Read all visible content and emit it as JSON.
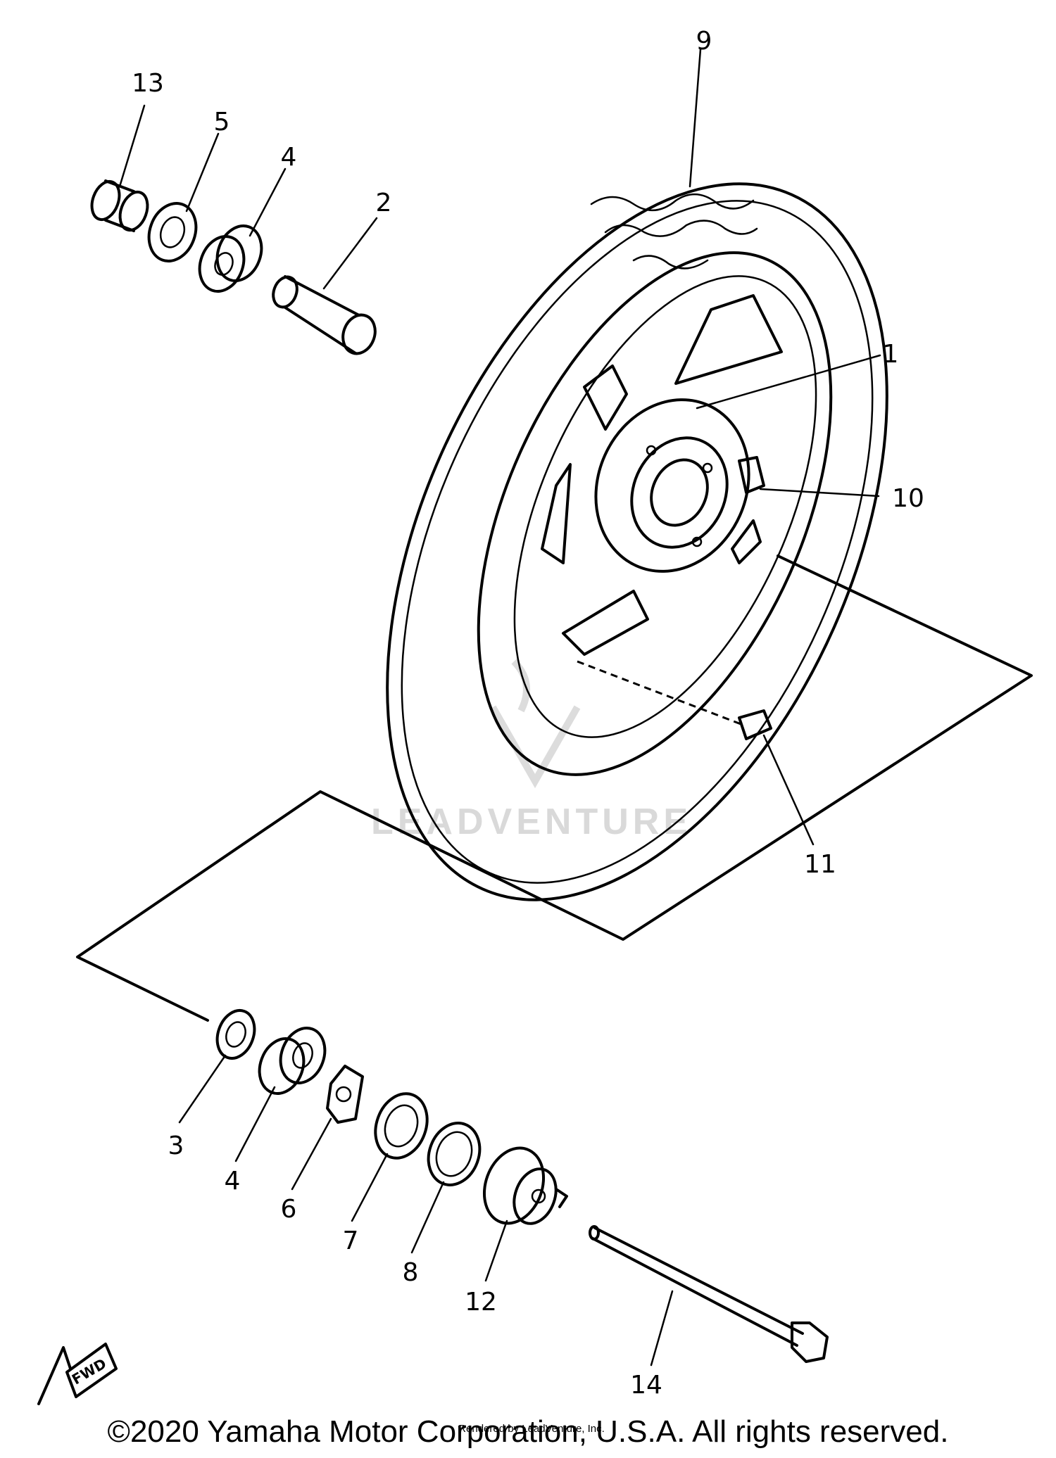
{
  "callouts": [
    {
      "id": "callout-1",
      "text": "1"
    },
    {
      "id": "callout-2",
      "text": "2"
    },
    {
      "id": "callout-3",
      "text": "3"
    },
    {
      "id": "callout-4a",
      "text": "4"
    },
    {
      "id": "callout-4b",
      "text": "4"
    },
    {
      "id": "callout-5",
      "text": "5"
    },
    {
      "id": "callout-6",
      "text": "6"
    },
    {
      "id": "callout-7",
      "text": "7"
    },
    {
      "id": "callout-8",
      "text": "8"
    },
    {
      "id": "callout-9",
      "text": "9"
    },
    {
      "id": "callout-10",
      "text": "10"
    },
    {
      "id": "callout-11",
      "text": "11"
    },
    {
      "id": "callout-12",
      "text": "12"
    },
    {
      "id": "callout-13",
      "text": "13"
    },
    {
      "id": "callout-14",
      "text": "14"
    }
  ],
  "fwd_label": "FWD",
  "watermark": "LEADVENTURE",
  "watermark_small": "Rendered by LeadVenture, Inc.",
  "copyright": "©2020 Yamaha Motor Corporation, U.S.A. All rights reserved."
}
